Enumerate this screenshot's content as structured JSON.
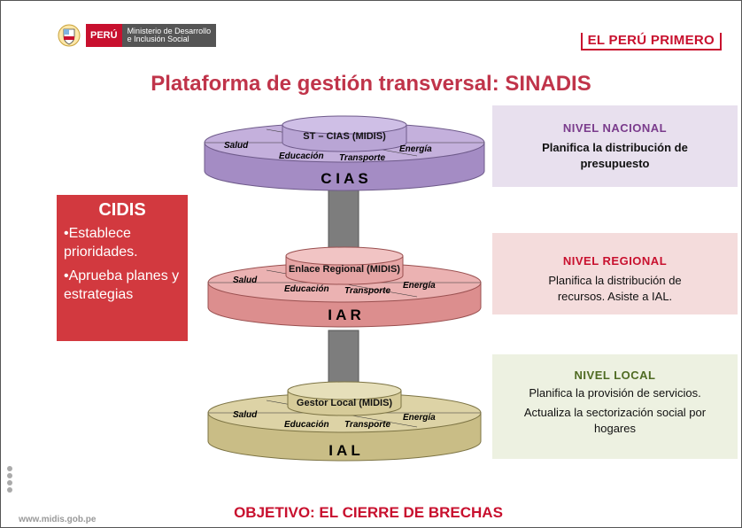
{
  "header": {
    "logo_country": "PERÚ",
    "logo_ministry_line1": "Ministerio de Desarrollo",
    "logo_ministry_line2": "e Inclusión Social",
    "brand": "EL PERÚ PRIMERO"
  },
  "title": "Plataforma de gestión transversal: SINADIS",
  "tiers": [
    {
      "name": "C I A S",
      "top_label": "ST – CIAS (MIDIS)",
      "sectors": [
        "Salud",
        "Educación",
        "Transporte",
        "Energía"
      ],
      "color": "#b39bcf"
    },
    {
      "name": "I A R",
      "top_label": "Enlace Regional (MIDIS)",
      "sectors": [
        "Salud",
        "Educación",
        "Transporte",
        "Energía"
      ],
      "color": "#e29a9a"
    },
    {
      "name": "I A L",
      "top_label": "Gestor Local (MIDIS)",
      "sectors": [
        "Salud",
        "Educación",
        "Transporte",
        "Energía"
      ],
      "color": "#d1c793"
    }
  ],
  "cidis": {
    "title": "CIDIS",
    "items": [
      "•Establece prioridades.",
      "•Aprueba planes y estrategias"
    ]
  },
  "levels": {
    "nacional": {
      "title": "NIVEL NACIONAL",
      "line1": "Planifica la distribución de presupuesto",
      "title_color": "#7a3b8c"
    },
    "regional": {
      "title": "NIVEL REGIONAL",
      "line1": "Planifica la distribución de recursos. Asiste a IAL.",
      "title_color": "#c8102e"
    },
    "local": {
      "title": "NIVEL LOCAL",
      "line1": "Planifica la provisión de servicios.",
      "line2": "Actualiza la sectorización social por hogares",
      "title_color": "#4f6b22"
    }
  },
  "objective": "OBJETIVO: EL CIERRE DE BRECHAS",
  "footer_url": "www.midis.gob.pe"
}
